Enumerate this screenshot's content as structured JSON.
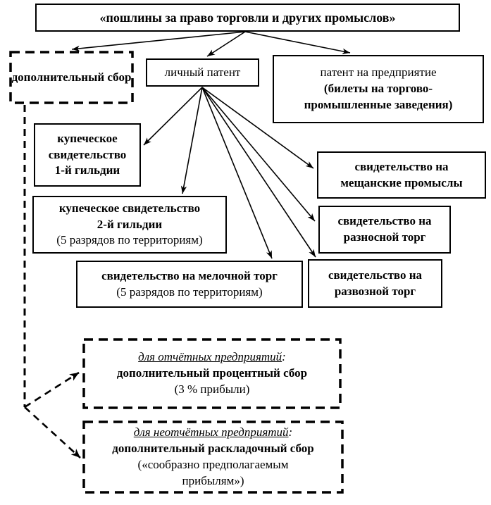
{
  "diagram": {
    "title": "«пошлины за право торговли и других промыслов»",
    "nodes": {
      "dop_sbor": {
        "label": "дополнительный сбор"
      },
      "lichny_patent": {
        "label": "личный патент"
      },
      "patent_predpriyatie": {
        "line1": "патент на предприятие",
        "line2": "(билеты на торгово-",
        "line3": "промышленные заведения)"
      },
      "kup1": {
        "line1": "купеческое",
        "line2": "свидетельство",
        "line3": "1-й гильдии"
      },
      "kup2": {
        "line1": "купеческое свидетельство",
        "line2": "2-й гильдии",
        "line3": "(5 разрядов по территориям)"
      },
      "meloch": {
        "line1": "свидетельство на мелочной торг",
        "line2": "(5 разрядов по территориям)"
      },
      "meshch": {
        "line1": "свидетельство на",
        "line2": "мещанские промыслы"
      },
      "raznos": {
        "line1": "свидетельство на",
        "line2": "разносной торг"
      },
      "razvoz": {
        "line1": "свидетельство на",
        "line2": "развозной торг"
      },
      "otchet": {
        "heading": "для отчётных предприятий",
        "colon": ":",
        "line2": "дополнительный процентный сбор",
        "line3": "(3 % прибыли)"
      },
      "neotchet": {
        "heading": "для неотчётных предприятий",
        "colon": ":",
        "line2": "дополнительный раскладочный сбор",
        "line3": "(«сообразно предполагаемым",
        "line4": "прибылям»)"
      }
    },
    "colors": {
      "line": "#000000",
      "text": "#000000",
      "background": "#ffffff"
    }
  }
}
